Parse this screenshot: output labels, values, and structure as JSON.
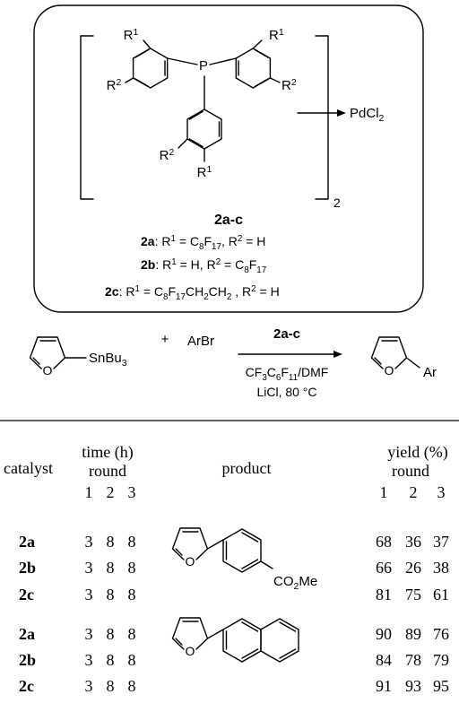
{
  "catalyst_box": {
    "substituent_labels": {
      "r1_top_left": "R1",
      "r2_left": "R2",
      "r1_top_right": "R1",
      "r2_right": "R2",
      "r2_bottom": "R2",
      "r1_bottom": "R1"
    },
    "phosphorus": "P",
    "metal": "PdCl2",
    "multiplier": "2",
    "compound_label": "2a-c",
    "definitions": [
      {
        "label": "2a",
        "text": ": R1 = C8F17, R2 = H"
      },
      {
        "label": "2b",
        "text": ": R1 = H, R2 = C8F17"
      },
      {
        "label": "2c",
        "text": ": R1 = C8F17CH2CH2 , R2 = H"
      }
    ]
  },
  "reaction": {
    "reagent_left": "SnBu3",
    "ring_heteroatom": "O",
    "plus": "+",
    "reagent_right": "ArBr",
    "catalyst": "2a-c",
    "solvent": "CF3C6F11/DMF",
    "conditions": "LiCl, 80 °C",
    "product_substituent": "Ar"
  },
  "table": {
    "headers": {
      "catalyst": "catalyst",
      "time": "time (h)",
      "time_sub": "round",
      "product": "product",
      "yield": "yield (%)",
      "yield_sub": "round"
    },
    "round_numbers": [
      "1",
      "2",
      "3"
    ],
    "groups": [
      {
        "product_substituent": "CO2Me",
        "rows": [
          {
            "catalyst": "2a",
            "time": [
              "3",
              "8",
              "8"
            ],
            "yield": [
              "68",
              "36",
              "37"
            ]
          },
          {
            "catalyst": "2b",
            "time": [
              "3",
              "8",
              "8"
            ],
            "yield": [
              "66",
              "26",
              "38"
            ]
          },
          {
            "catalyst": "2c",
            "time": [
              "3",
              "8",
              "8"
            ],
            "yield": [
              "81",
              "75",
              "61"
            ]
          }
        ]
      },
      {
        "product_substituent": "",
        "rows": [
          {
            "catalyst": "2a",
            "time": [
              "3",
              "8",
              "8"
            ],
            "yield": [
              "90",
              "89",
              "76"
            ]
          },
          {
            "catalyst": "2b",
            "time": [
              "3",
              "8",
              "8"
            ],
            "yield": [
              "84",
              "78",
              "79"
            ]
          },
          {
            "catalyst": "2c",
            "time": [
              "3",
              "8",
              "8"
            ],
            "yield": [
              "91",
              "93",
              "95"
            ]
          }
        ]
      }
    ]
  }
}
